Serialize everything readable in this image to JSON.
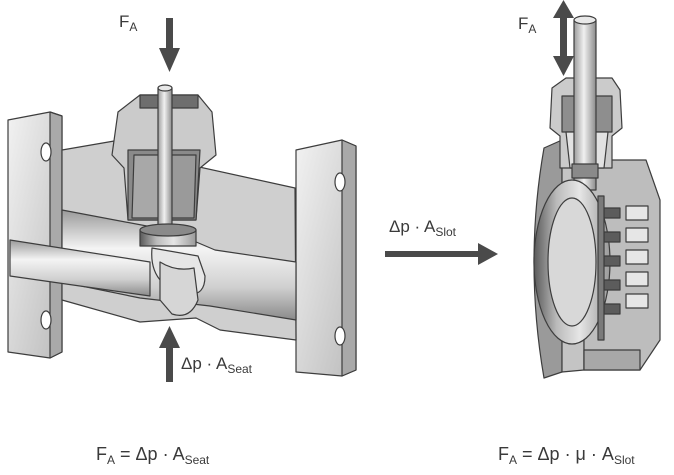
{
  "left": {
    "force_label": {
      "main": "F",
      "sub": "A"
    },
    "pressure_label": {
      "main": "Δp · A",
      "sub": "Seat"
    },
    "formula": {
      "lhs_main": "F",
      "lhs_sub": "A",
      "rhs_main": " = Δp · A",
      "rhs_sub": "Seat"
    }
  },
  "right": {
    "force_label": {
      "main": "F",
      "sub": "A"
    },
    "pressure_label": {
      "main": "Δp · A",
      "sub": "Slot"
    },
    "formula": {
      "lhs_main": "F",
      "lhs_sub": "A",
      "rhs_main": " = Δp · μ · A",
      "rhs_sub": "Slot"
    }
  },
  "colors": {
    "arrow": "#4a4a4a",
    "metal_light": "#e4e4e4",
    "metal_mid": "#bdbdbd",
    "metal_dark": "#6e6e6e",
    "outline": "#3d3d3d"
  }
}
